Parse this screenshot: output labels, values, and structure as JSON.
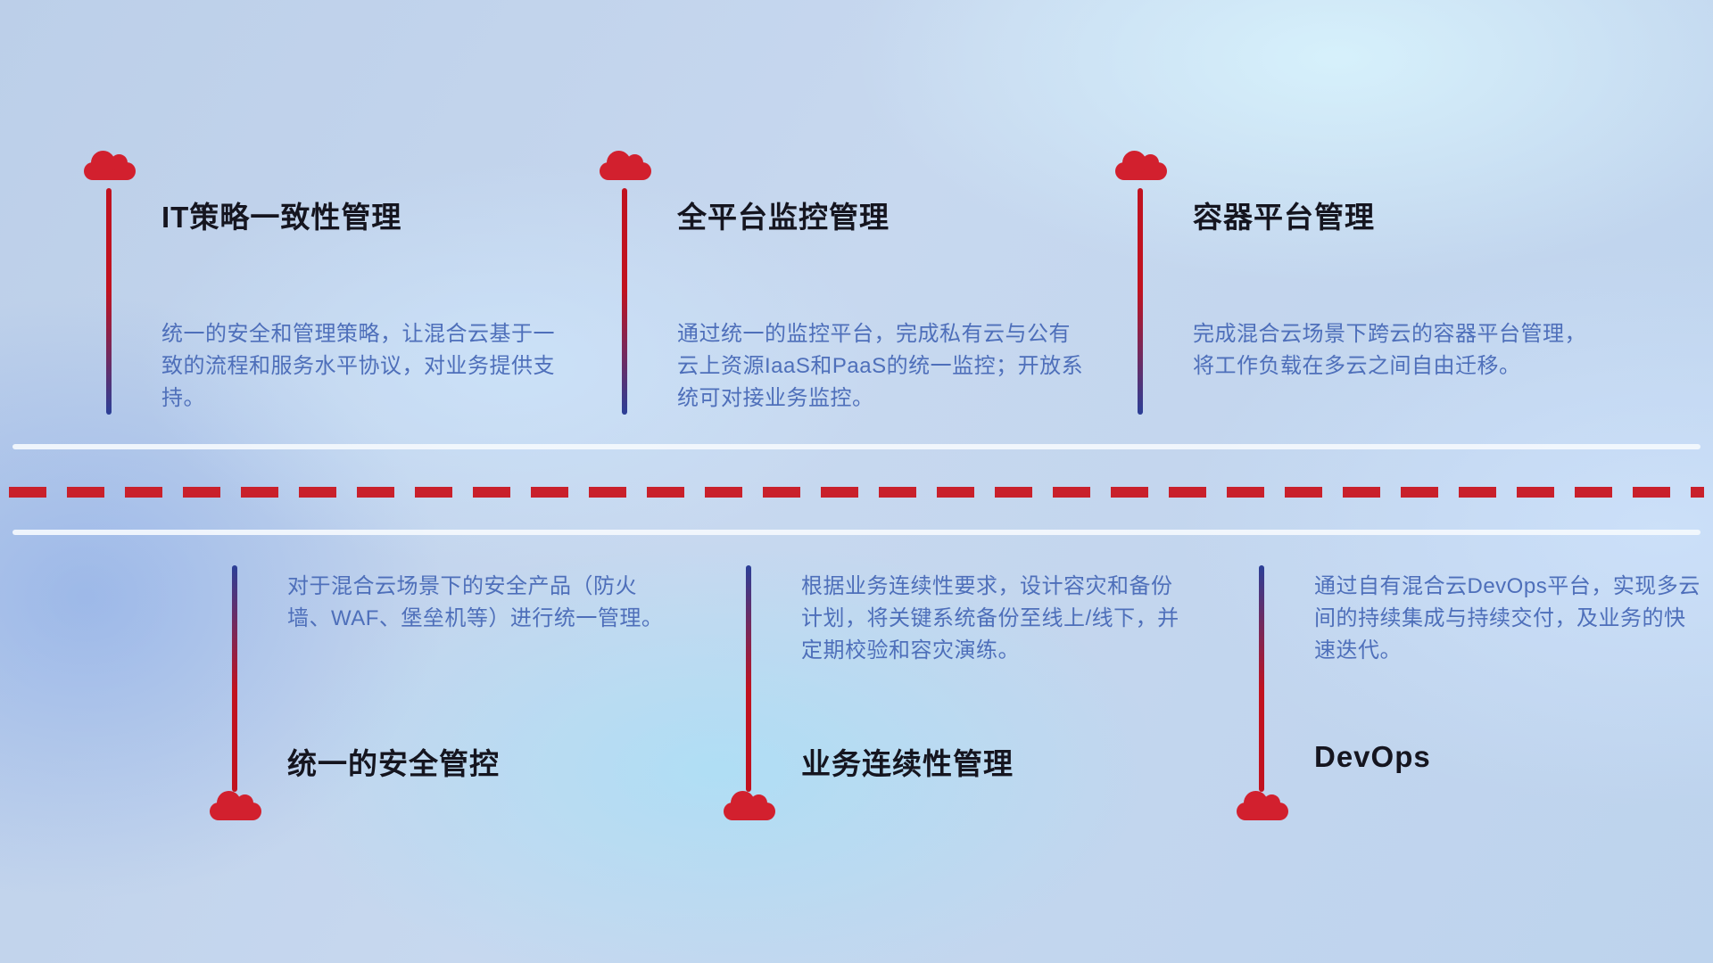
{
  "colors": {
    "cloud_red": "#d2202e",
    "dash_red": "#c9202b",
    "line_red": "#c1121f",
    "line_blue": "#2b3f97",
    "title_text": "#15151f",
    "body_text": "#4e6fba",
    "divider_white": "#f0f5fc"
  },
  "top_items": [
    {
      "title": "IT策略一致性管理",
      "description": "统一的安全和管理策略，让混合云基于一致的流程和服务水平协议，对业务提供支持。"
    },
    {
      "title": "全平台监控管理",
      "description": "通过统一的监控平台，完成私有云与公有云上资源IaaS和PaaS的统一监控；开放系统可对接业务监控。"
    },
    {
      "title": "容器平台管理",
      "description": "完成混合云场景下跨云的容器平台管理，将工作负载在多云之间自由迁移。"
    }
  ],
  "bottom_items": [
    {
      "title": "统一的安全管控",
      "description": "对于混合云场景下的安全产品（防火墙、WAF、堡垒机等）进行统一管理。"
    },
    {
      "title": "业务连续性管理",
      "description": "根据业务连续性要求，设计容灾和备份计划，将关键系统备份至线上/线下，并定期校验和容灾演练。"
    },
    {
      "title": "DevOps",
      "description": "通过自有混合云DevOps平台，实现多云间的持续集成与持续交付，及业务的快速迭代。"
    }
  ]
}
